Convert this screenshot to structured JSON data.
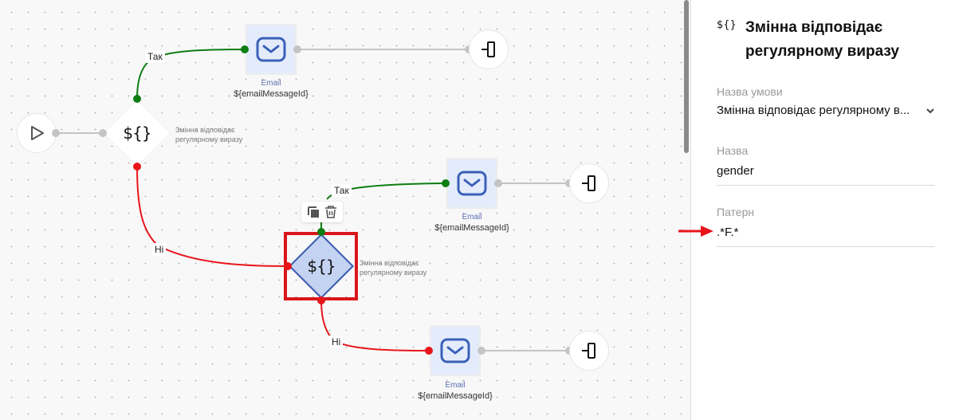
{
  "canvas": {
    "start_node": {
      "icon": "play-icon"
    },
    "condition_nodes": [
      {
        "id": "cond-1",
        "symbol": "${}",
        "caption_line1": "Змінна відповідає",
        "caption_line2": "регулярному виразу",
        "selected": false
      },
      {
        "id": "cond-2",
        "symbol": "${}",
        "caption_line1": "Змінна відповідає",
        "caption_line2": "регулярному виразу",
        "selected": true
      }
    ],
    "email_nodes": [
      {
        "id": "email-1",
        "type": "Email",
        "value": "${emailMessageId}"
      },
      {
        "id": "email-2",
        "type": "Email",
        "value": "${emailMessageId}"
      },
      {
        "id": "email-3",
        "type": "Email",
        "value": "${emailMessageId}"
      }
    ],
    "end_nodes": [
      {
        "icon": "exit-icon"
      },
      {
        "icon": "exit-icon"
      },
      {
        "icon": "exit-icon"
      }
    ],
    "edge_labels": {
      "yes_1": "Так",
      "no_1": "Ні",
      "yes_2": "Так",
      "no_2": "Ні"
    },
    "toolbar": {
      "copy_icon": "copy-icon",
      "delete_icon": "trash-icon"
    },
    "colors": {
      "yes": "#0e7d12",
      "no": "#e8151b",
      "neutral": "#c4c4c4",
      "selection": "#d9161b"
    }
  },
  "panel": {
    "icon": "${}",
    "title": "Змінна відповідає регулярному виразу",
    "fields": [
      {
        "label": "Назва умови",
        "value": "Змінна відповідає регулярному в...",
        "type": "select"
      },
      {
        "label": "Назва",
        "value": "gender",
        "type": "text"
      },
      {
        "label": "Патерн",
        "value": ".*F.*",
        "type": "text"
      }
    ]
  }
}
